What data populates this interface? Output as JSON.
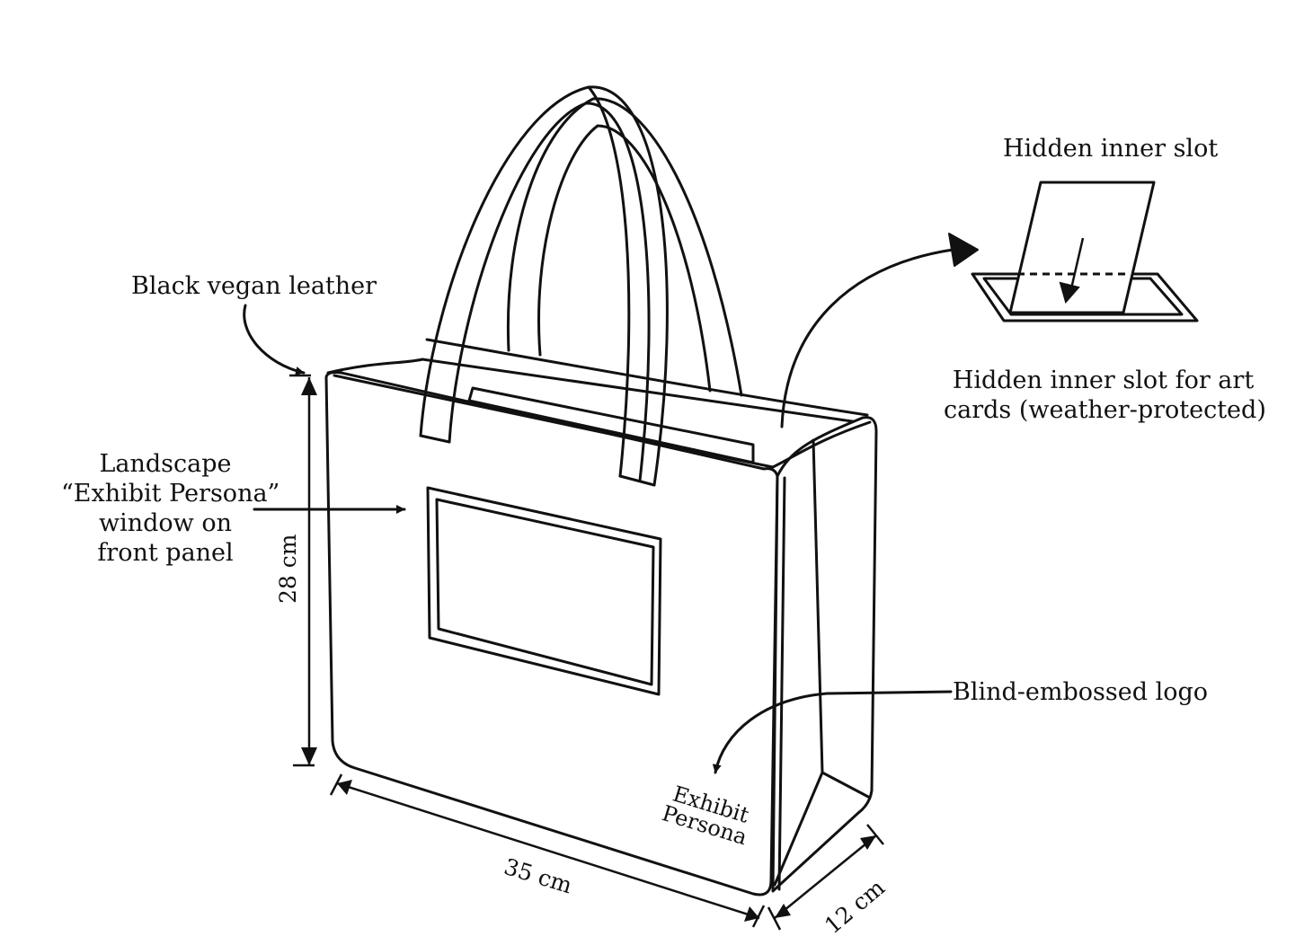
{
  "callouts": {
    "material": "Black vegan leather",
    "window": [
      "Landscape",
      "“Exhibit Persona”",
      "window on",
      "front panel"
    ],
    "slot_title": "Hidden inner slot",
    "slot_desc": [
      "Hidden inner slot for art",
      "cards (weather-protected)"
    ],
    "logo": "Blind-embossed logo"
  },
  "logo_text": [
    "Exhibit",
    "Persona"
  ],
  "dimensions": {
    "height": "28 cm",
    "width": "35 cm",
    "depth": "12 cm"
  },
  "colors": {
    "ink": "#111111",
    "background": "#ffffff"
  }
}
